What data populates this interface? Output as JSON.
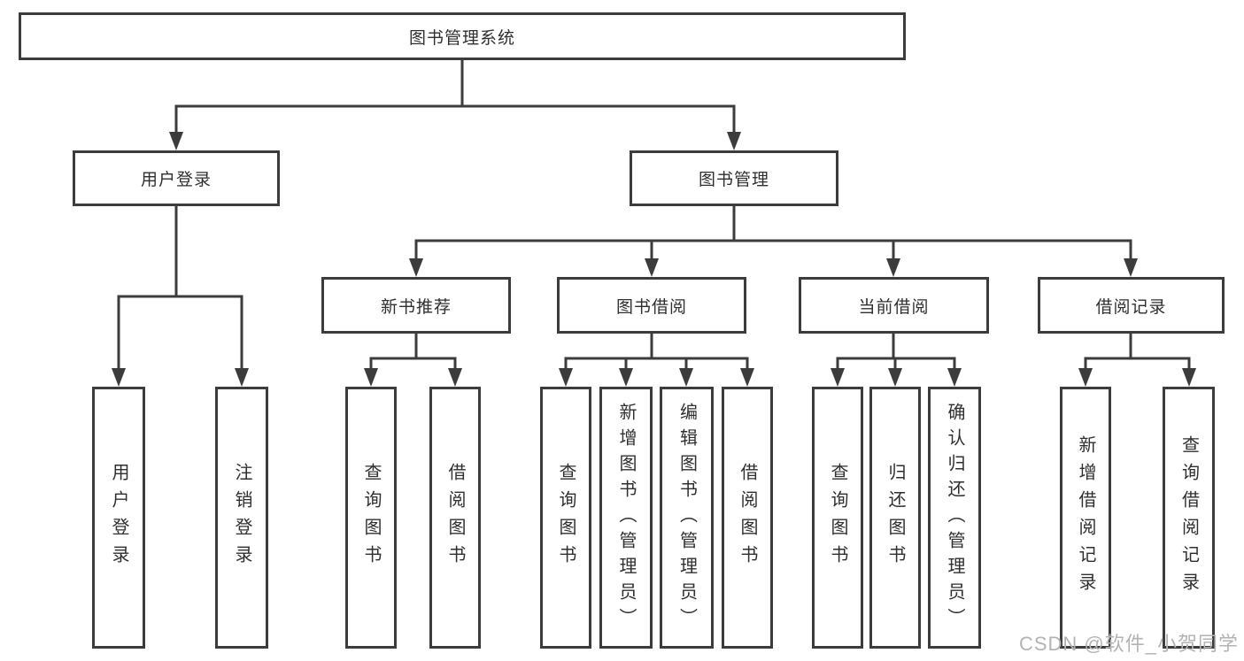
{
  "diagram": {
    "root": {
      "label": "图书管理系统",
      "children": [
        {
          "label": "用户登录",
          "children": [
            {
              "label": "用户登录"
            },
            {
              "label": "注销登录"
            }
          ]
        },
        {
          "label": "图书管理",
          "children": [
            {
              "label": "新书推荐",
              "children": [
                {
                  "label": "查询图书"
                },
                {
                  "label": "借阅图书"
                }
              ]
            },
            {
              "label": "图书借阅",
              "children": [
                {
                  "label": "查询图书"
                },
                {
                  "label": "新增图书（管理员）"
                },
                {
                  "label": "编辑图书（管理员）"
                },
                {
                  "label": "借阅图书"
                }
              ]
            },
            {
              "label": "当前借阅",
              "children": [
                {
                  "label": "查询图书"
                },
                {
                  "label": "归还图书"
                },
                {
                  "label": "确认归还（管理员）"
                }
              ]
            },
            {
              "label": "借阅记录",
              "children": [
                {
                  "label": "新增借阅记录"
                },
                {
                  "label": "查询借阅记录"
                }
              ]
            }
          ]
        }
      ]
    },
    "colors": {
      "line": "#3c3c3c",
      "text": "#2f2f2f",
      "watermark": "#b3b3b3",
      "background": "#ffffff"
    }
  },
  "watermark": {
    "text": "CSDN @软件_小贺同学"
  }
}
